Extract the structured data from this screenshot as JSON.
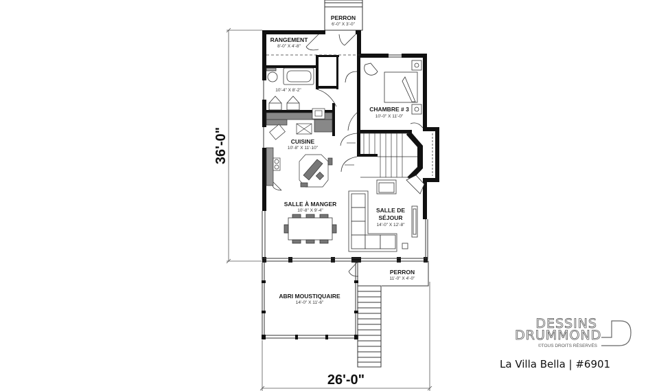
{
  "plan": {
    "overall_dimensions": {
      "depth": "36'-0\"",
      "width": "26'-0\""
    },
    "rooms": [
      {
        "id": "perron-top",
        "name": "PERRON",
        "dims": "6'-0\" X 3'-0\""
      },
      {
        "id": "rangement",
        "name": "RANGEMENT",
        "dims": "8'-0\" X 4'-8\""
      },
      {
        "id": "bathroom",
        "name": "",
        "dims": "10'-4\" X 8'-2\""
      },
      {
        "id": "chambre3",
        "name": "CHAMBRE # 3",
        "dims": "10'-0\" X 11'-0\""
      },
      {
        "id": "cuisine",
        "name": "CUISINE",
        "dims": "10'-8\" X 11'-10\""
      },
      {
        "id": "salle-a-manger",
        "name": "SALLE À MANGER",
        "dims": "10'-8\" X 9'-4\""
      },
      {
        "id": "salle-de-sejour",
        "name_line1": "SALLE DE",
        "name_line2": "SÉJOUR",
        "dims": "14'-0\" X 12'-8\""
      },
      {
        "id": "perron-bottom",
        "name": "PERRON",
        "dims": "11'-0\" X 4'-0\""
      },
      {
        "id": "abri-moustiquaire",
        "name": "ABRI MOUSTIQUAIRE",
        "dims": "14'-0\" X 11'-6\""
      }
    ]
  },
  "brand": {
    "line1": "DESSINS",
    "line2": "DRUMMOND",
    "copyright": "©TOUS DROITS RÉSERVÉS",
    "title": "La Villa Bella | #6901"
  }
}
